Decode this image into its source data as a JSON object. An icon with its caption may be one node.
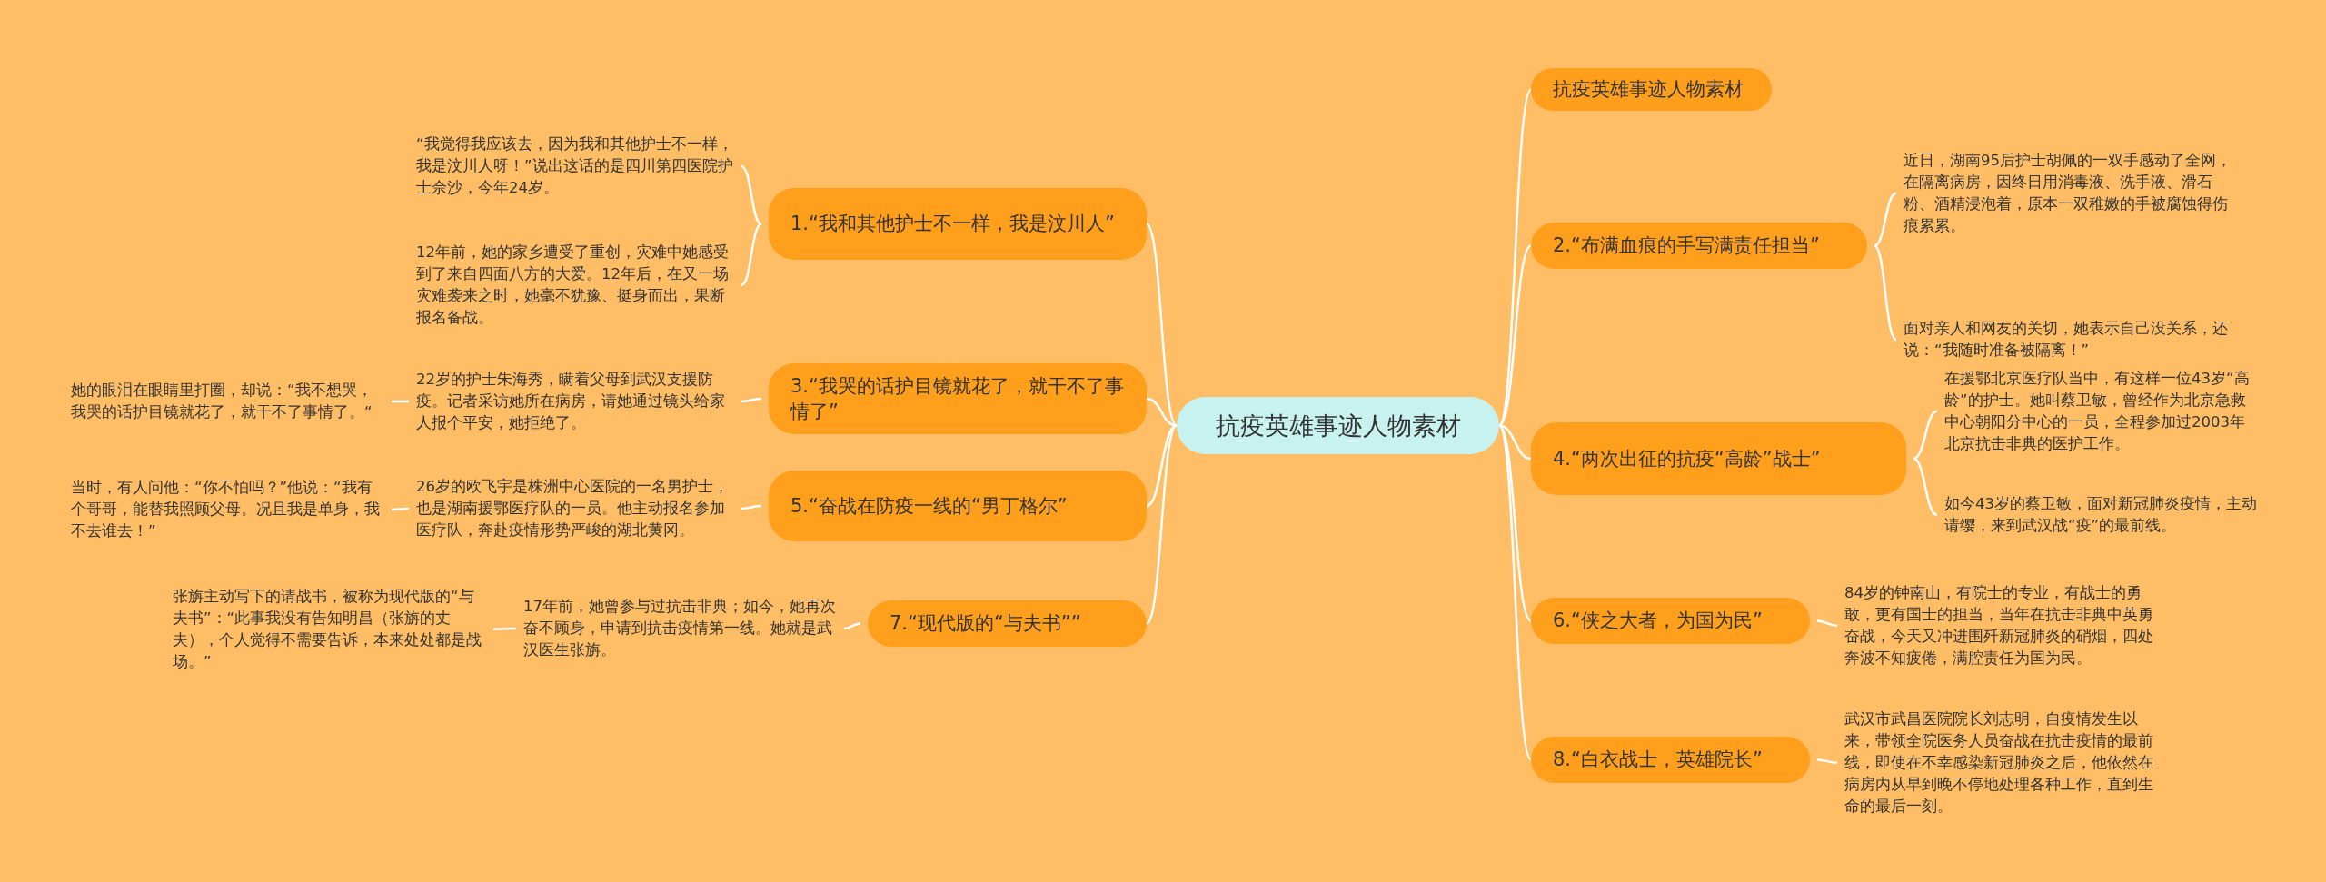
{
  "diagram": {
    "nodes": [
      {
        "text": [
          "抗疫英雄事迹人物素材"
        ]
      },
      {
        "text": [
          "抗疫英雄事迹人物素材"
        ]
      },
      {
        "text": [
          "2.“布满血痕的手写满责任担当”"
        ]
      },
      {
        "text": [
          "近日，湖南95后护士胡佩的一双手感动了全网，在隔离病房，因终日用消毒液、洗手液、滑石粉、酒精浸泡着，原本一双稚嫩的手被腐蚀得伤痕累累。"
        ]
      },
      {
        "text": [
          "面对亲人和网友的关切，她表示自己没关系，还说：“我随时准备被隔离！”"
        ]
      },
      {
        "text": [
          "4.“两次出征的抗疫“高龄”战士”"
        ]
      },
      {
        "text": [
          "在援鄂北京医疗队当中，有这样一位43岁“高龄”的护士。她叫蔡卫敏，曾经作为北京急救中心朝阳分中心的一员，全程参加过2003年北京抗击非典的医护工作。"
        ]
      },
      {
        "text": [
          "如今43岁的蔡卫敏，面对新冠肺炎疫情，主动请缨，来到武汉战“疫”的最前线。"
        ]
      },
      {
        "text": [
          "6.“侠之大者，为国为民”"
        ]
      },
      {
        "text": [
          "84岁的钟南山，有院士的专业，有战士的勇敢，更有国士的担当，当年在抗击非典中英勇奋战，今天又冲进围歼新冠肺炎的硝烟，四处奔波不知疲倦，满腔责任为国为民。"
        ]
      },
      {
        "text": [
          "8.“白衣战士，英雄院长”"
        ]
      },
      {
        "text": [
          "武汉市武昌医院院长刘志明，自疫情发生以来，带领全院医务人员奋战在抗击疫情的最前线，即使在不幸感染新冠肺炎之后，他依然在病房内从早到晚不停地处理各种工作，直到生命的最后一刻。"
        ]
      },
      {
        "text": [
          "1.“我和其他护士不一样，我是汶川人”"
        ]
      },
      {
        "text": [
          "“我觉得我应该去，因为我和其他护士不一样，我是汶川人呀！”说出这话的是四川第四医院护士佘沙，今年24岁。"
        ]
      },
      {
        "text": [
          "12年前，她的家乡遭受了重创，灾难中她感受到了来自四面八方的大爱。12年后，在又一场灾难袭来之时，她毫不犹豫、挺身而出，果断报名备战。"
        ]
      },
      {
        "text": [
          "3.“我哭的话护目镜就花了，就干不了事情了”"
        ]
      },
      {
        "text": [
          "22岁的护士朱海秀，瞒着父母到武汉支援防疫。记者采访她所在病房，请她通过镜头给家人报个平安，她拒绝了。"
        ]
      },
      {
        "text": [
          "她的眼泪在眼睛里打圈，却说：“我不想哭，我哭的话护目镜就花了，就干不了事情了。“"
        ]
      },
      {
        "text": [
          "5.“奋战在防疫一线的“男丁格尔”"
        ]
      },
      {
        "text": [
          "26岁的欧飞宇是株洲中心医院的一名男护士，也是湖南援鄂医疗队的一员。他主动报名参加医疗队，奔赴疫情形势严峻的湖北黄冈。"
        ]
      },
      {
        "text": [
          "当时，有人问他：“你不怕吗？”他说：“我有个哥哥，能替我照顾父母。况且我是单身，我不去谁去！”"
        ]
      },
      {
        "text": [
          "7.“现代版的“与夫书””"
        ]
      },
      {
        "text": [
          "17年前，她曾参与过抗击非典；如今，她再次奋不顾身，申请到抗击疫情第一线。她就是武汉医生张旃。"
        ]
      },
      {
        "text": [
          "张旃主动写下的请战书，被称为现代版的“与夫书”：“此事我没有告知明昌（张旃的丈夫），个人觉得不需要告诉，本来处处都是战场。”"
        ]
      }
    ],
    "edges": [
      {
        "from": 0,
        "to": 1,
        "arrow": "none"
      },
      {
        "from": 0,
        "to": 2,
        "arrow": "none"
      },
      {
        "from": 2,
        "to": 3,
        "arrow": "none"
      },
      {
        "from": 2,
        "to": 4,
        "arrow": "none"
      },
      {
        "from": 0,
        "to": 5,
        "arrow": "none"
      },
      {
        "from": 5,
        "to": 6,
        "arrow": "none"
      },
      {
        "from": 5,
        "to": 7,
        "arrow": "none"
      },
      {
        "from": 0,
        "to": 8,
        "arrow": "none"
      },
      {
        "from": 8,
        "to": 9,
        "arrow": "none"
      },
      {
        "from": 0,
        "to": 10,
        "arrow": "none"
      },
      {
        "from": 10,
        "to": 11,
        "arrow": "none"
      },
      {
        "from": 0,
        "to": 12,
        "arrow": "none"
      },
      {
        "from": 12,
        "to": 13,
        "arrow": "none"
      },
      {
        "from": 12,
        "to": 14,
        "arrow": "none"
      },
      {
        "from": 0,
        "to": 15,
        "arrow": "none"
      },
      {
        "from": 15,
        "to": 16,
        "arrow": "none"
      },
      {
        "from": 16,
        "to": 17,
        "arrow": "none"
      },
      {
        "from": 0,
        "to": 18,
        "arrow": "none"
      },
      {
        "from": 18,
        "to": 19,
        "arrow": "none"
      },
      {
        "from": 19,
        "to": 20,
        "arrow": "none"
      },
      {
        "from": 0,
        "to": 21,
        "arrow": "none"
      },
      {
        "from": 21,
        "to": 22,
        "arrow": "none"
      },
      {
        "from": 22,
        "to": 23,
        "arrow": "none"
      }
    ]
  }
}
